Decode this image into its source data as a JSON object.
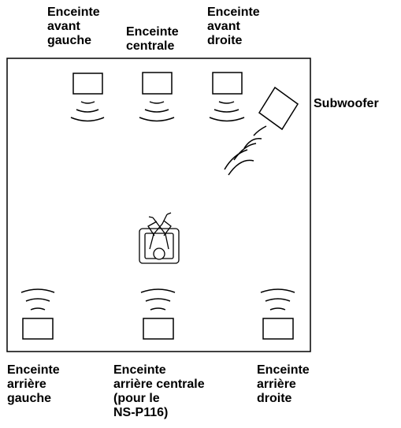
{
  "labels": {
    "front_left": "Enceinte\navant\ngauche",
    "center": "Enceinte\ncentrale",
    "front_right": "Enceinte\navant\ndroite",
    "subwoofer": "Subwoofer",
    "rear_left": "Enceinte\narrière\ngauche",
    "rear_center": "Enceinte\narrière centrale\n(pour le\nNS-P116)",
    "rear_right": "Enceinte\narrière\ndroite"
  },
  "colors": {
    "line": "#000000",
    "fill": "#ffffff"
  }
}
